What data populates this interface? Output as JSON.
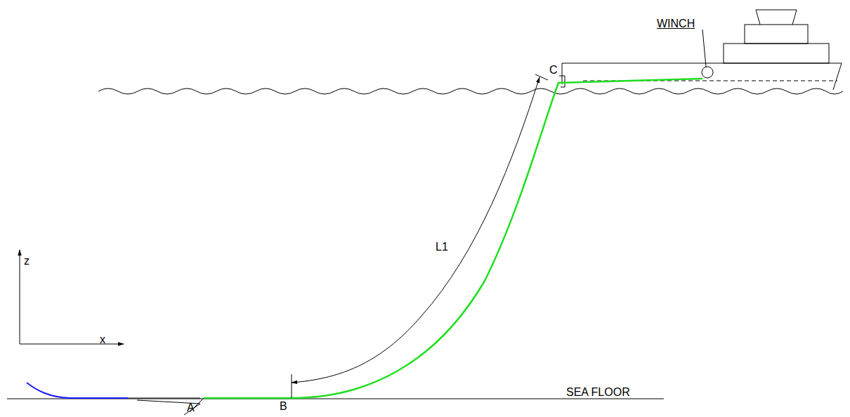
{
  "diagram": {
    "labels": [
      "WINCH",
      "C",
      "L1",
      "z",
      "x",
      "A",
      "B",
      "SEA FLOOR"
    ]
  }
}
